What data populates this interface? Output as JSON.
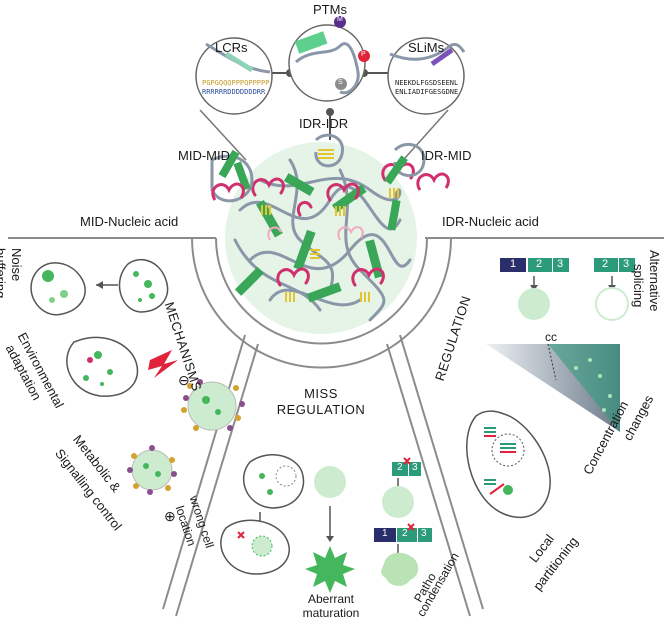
{
  "top": {
    "ptms": "PTMs",
    "lcrs": "LCRs",
    "slims": "SLiMs",
    "idr_idr": "IDR-IDR",
    "mid_mid": "MID-MID",
    "idr_mid": "IDR-MID",
    "mid_nucleic": "MID-Nucleic acid",
    "idr_nucleic": "IDR-Nucleic acid",
    "ptm_marks": [
      "M",
      "P",
      "S"
    ],
    "lcr_seq1": "PGPGQQQPPPQPPPPP",
    "lcr_seq2": "RRRRRRDDDDDDDRR",
    "slim_seq1": "NEEKDLFGSDSEENL",
    "slim_seq2": "ENLIADIFGESGDNE"
  },
  "sections": {
    "mechanisms": "MECHANISMS",
    "regulation": "REGULATION",
    "miss_regulation_1": "MISS",
    "miss_regulation_2": "REGULATION"
  },
  "mechanisms": {
    "noise_1": "Noise",
    "noise_2": "buffering",
    "env_1": "Environmental",
    "env_2": "adaptation",
    "meta_1": "Metabolic &",
    "meta_2": "Signalling control",
    "minus": "⊖",
    "plus": "⊕"
  },
  "regulation": {
    "alt_1": "Alternative",
    "alt_2": "splicing",
    "conc_1": "Concentration",
    "conc_2": "changes",
    "cc": "cc",
    "local_1": "Local",
    "local_2": "partitioning",
    "exons_a": [
      "1",
      "2",
      "3"
    ],
    "exons_b": [
      "2",
      "3"
    ]
  },
  "missregulation": {
    "wrong_1": "wrong cell",
    "wrong_2": "location",
    "aberrant_1": "Aberrant",
    "aberrant_2": "maturation",
    "patho_1": "Patho",
    "patho_2": "condensation",
    "exons_top": [
      "2",
      "3"
    ],
    "exons_bottom": [
      "1",
      "2",
      "3"
    ]
  },
  "colors": {
    "green": "#3aa657",
    "light_green": "#cdeccf",
    "droplet": "#e6f5e7",
    "magenta": "#d0306e",
    "yellow": "#e3c62b",
    "gray_strand": "#8a97a8",
    "navy": "#2a2f6b",
    "teal": "#2b9b7a",
    "red": "#e02a2a",
    "purple": "#6a3d8f"
  }
}
